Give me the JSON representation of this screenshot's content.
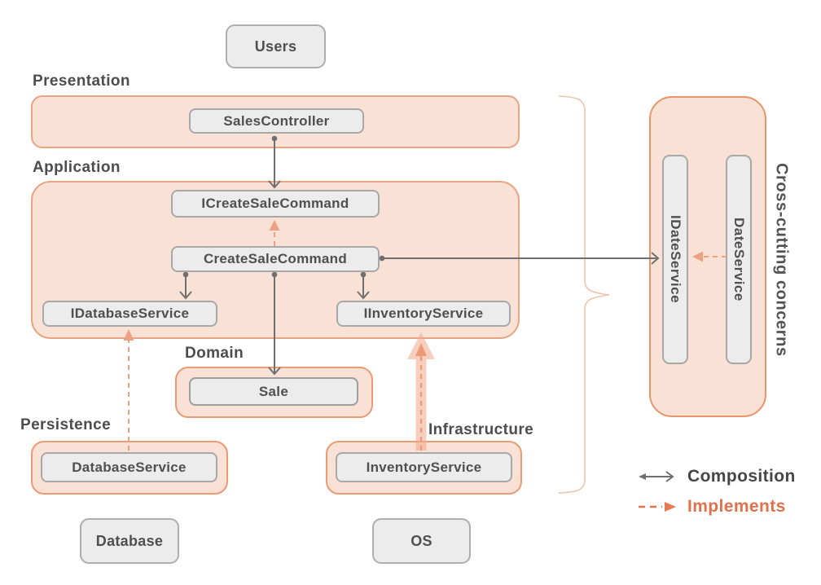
{
  "nodes": {
    "users": "Users",
    "database": "Database",
    "os": "OS"
  },
  "layers": {
    "presentation": {
      "label": "Presentation",
      "sales_controller": "SalesController"
    },
    "application": {
      "label": "Application",
      "icreate_sale_command": "ICreateSaleCommand",
      "create_sale_command": "CreateSaleCommand",
      "idatabase_service": "IDatabaseService",
      "iinventory_service": "IInventoryService"
    },
    "domain": {
      "label": "Domain",
      "sale": "Sale"
    },
    "persistence": {
      "label": "Persistence",
      "database_service": "DatabaseService"
    },
    "infrastructure": {
      "label": "Infrastructure",
      "inventory_service": "InventoryService"
    },
    "cross_cutting": {
      "label": "Cross-cutting concerns",
      "idate_service": "IDateService",
      "date_service": "DateService"
    }
  },
  "legend": {
    "composition": "Composition",
    "implements": "Implements"
  },
  "colors": {
    "layer_fill": "#f9e1d6",
    "layer_border": "#e8a07d",
    "node_fill": "#ececec",
    "node_border": "#a8a8a8",
    "text": "#4f4f4f",
    "arrow_gray": "#6f6f6f",
    "implements_dash": "#eda182",
    "accent_orange": "#e0714a"
  }
}
